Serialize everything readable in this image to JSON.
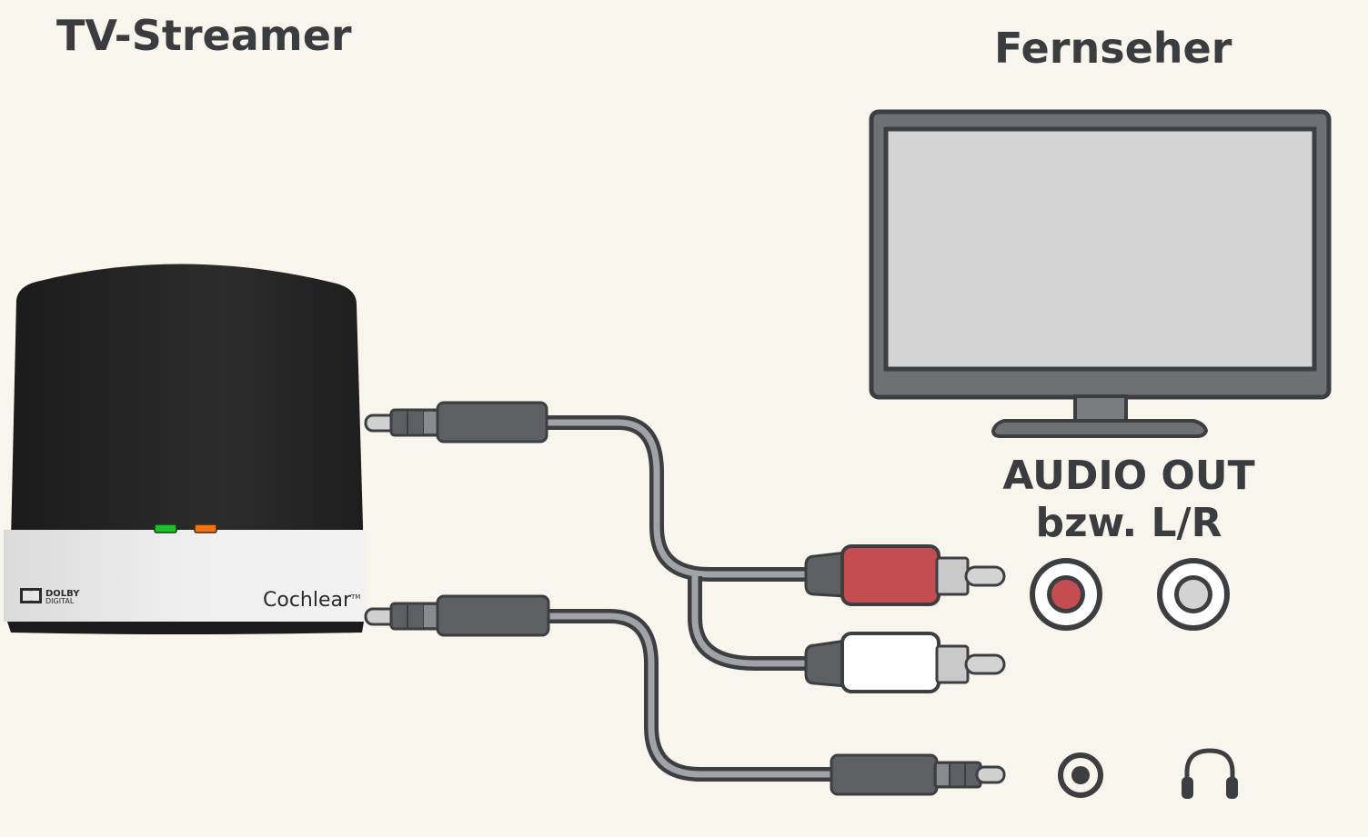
{
  "labels": {
    "streamer_title": "TV-Streamer",
    "tv_title": "Fernseher",
    "audio_out_line1": "AUDIO OUT",
    "audio_out_line2": "bzw. L/R"
  },
  "streamer": {
    "brand": "Cochlear",
    "trademark": "TM",
    "dolby_line1": "DOLBY",
    "dolby_line2": "DIGITAL",
    "leds": [
      {
        "name": "status-led-green",
        "color": "#1fc12b"
      },
      {
        "name": "status-led-orange",
        "color": "#f07416"
      }
    ]
  },
  "connectors": {
    "rca_left_color": "#c44d51",
    "rca_right_color": "#ffffff",
    "socket_left_color": "#c44d51",
    "socket_right_color": "#d3d3d3"
  },
  "icons": {
    "jack_socket": "jack-socket-icon",
    "headphones": "headphones-icon"
  },
  "colors": {
    "background": "#f8f5ed",
    "outline": "#3c3e42",
    "plug_body": "#5e5f62",
    "cable_core": "#a2a3a6",
    "tv_frame": "#6f7073",
    "tv_screen": "#d4d4d4",
    "streamer_body": "#222222",
    "streamer_base": "#ececec"
  }
}
